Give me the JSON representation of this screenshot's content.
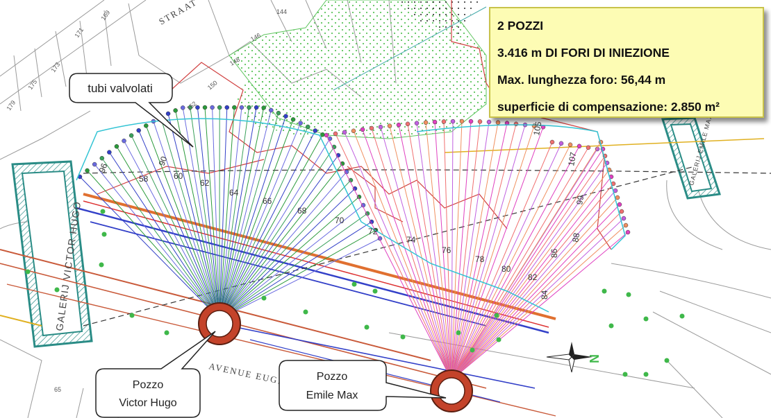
{
  "info_box": {
    "line1": "2 POZZI",
    "line2": "3.416 m DI FORI DI INIEZIONE",
    "line3": "Max. lunghezza foro: 56,44 m",
    "line4": "superficie di compensazione: 2.850 m²"
  },
  "callouts": {
    "tubes": "tubi valvolati",
    "well1_line1": "Pozzo",
    "well1_line2": "Victor Hugo",
    "well2_line1": "Pozzo",
    "well2_line2": "Emile Max"
  },
  "map_labels": {
    "gallery_left": "GALERIJ VICTOR HUGO",
    "gallery_right": "GALERIJ EMILE MAX",
    "street_top": "STRAAT",
    "street_bottom": "AVENUE EUGENE",
    "north": "N",
    "parcels": [
      "179",
      "175",
      "173",
      "171",
      "169",
      "144",
      "146",
      "148",
      "150",
      "152",
      "65"
    ],
    "sections": [
      "58",
      "60",
      "62",
      "64",
      "66",
      "68",
      "70",
      "72",
      "74",
      "76",
      "78",
      "80",
      "82",
      "84",
      "86",
      "88",
      "90",
      "105",
      "107",
      "99",
      "96"
    ]
  },
  "colors": {
    "fan_blue": "#3340c8",
    "fan_green": "#2a9a3a",
    "fan_magenta": "#e040c0",
    "fan_pink": "#f07070",
    "well_ring": "#c4432a",
    "gallery": "#2a8c86",
    "infobox_bg": "#fdfcb4"
  }
}
